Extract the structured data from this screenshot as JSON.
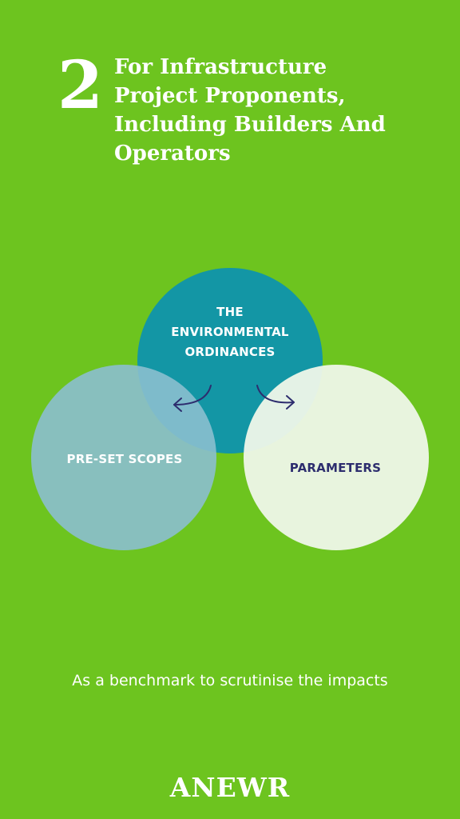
{
  "colors": {
    "background": "#6dc41f",
    "text_light": "#ffffff",
    "circle_top": "#1396a5",
    "circle_left": "#8bbfcf",
    "circle_right": "#eff7e9",
    "label_dark": "#2d2d6e",
    "arrow": "#2d2d6e"
  },
  "header": {
    "number": "2",
    "title_lines": [
      "For Infrastructure",
      "Project Proponents,",
      "Including Builders And",
      "Operators"
    ]
  },
  "diagram": {
    "top_circle_label_lines": [
      "THE",
      "ENVIRONMENTAL",
      "ORDINANCES"
    ],
    "left_circle_label": "PRE-SET SCOPES",
    "right_circle_label": "PARAMETERS"
  },
  "tagline": "As a benchmark to scrutinise the impacts",
  "brand": "ANEWR"
}
